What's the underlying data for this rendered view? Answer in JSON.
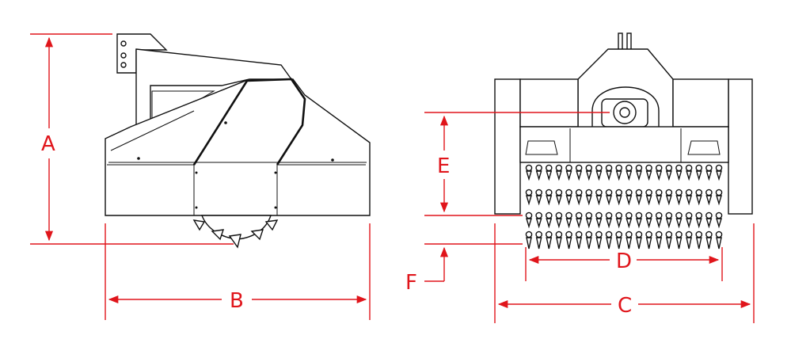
{
  "drawing": {
    "side_view": {
      "height_label": "A",
      "width_label": "B"
    },
    "front_view": {
      "overall_width_label": "C",
      "rotor_width_label": "D",
      "pivot_height_label": "E",
      "tooth_depth_label": "F"
    }
  },
  "colors": {
    "dimension": "#e0151b",
    "linework": "#111111"
  }
}
